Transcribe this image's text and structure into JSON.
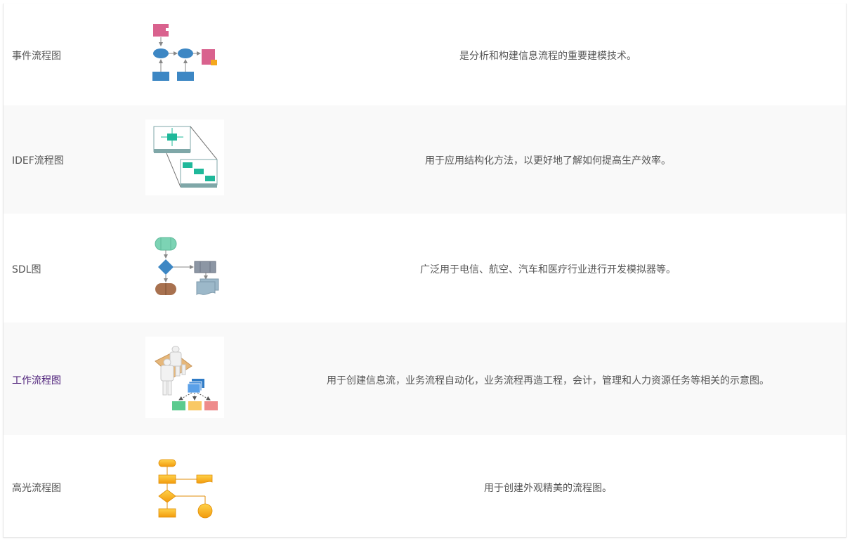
{
  "rows": [
    {
      "name": "事件流程图",
      "description": "是分析和构建信息流程的重要建模技术。",
      "thumbnail_icon": "event-flowchart-thumbnail",
      "colors": {
        "pink": "#d9628e",
        "blue": "#3d87c4",
        "orange": "#f4a81d"
      }
    },
    {
      "name": "IDEF流程图",
      "description": "用于应用结构化方法，以更好地了解如何提高生产效率。",
      "thumbnail_icon": "idef-flowchart-thumbnail",
      "colors": {
        "teal": "#1fb89a",
        "gray": "#7fa7a8"
      }
    },
    {
      "name": "SDL图",
      "description": "广泛用于电信、航空、汽车和医疗行业进行开发模拟器等。",
      "thumbnail_icon": "sdl-diagram-thumbnail",
      "colors": {
        "mint": "#7cd3b4",
        "blue": "#3d87c4",
        "brown": "#a8714f",
        "slate": "#8c96a4"
      }
    },
    {
      "name": "工作流程图",
      "description": "用于创建信息流，业务流程自动化，业务流程再造工程，会计，管理和人力资源任务等相关的示意图。",
      "thumbnail_icon": "workflow-diagram-thumbnail",
      "colors": {
        "green": "#5ccb8f",
        "yellow": "#f9c865",
        "red": "#ee8b8b",
        "blue": "#4a90d9"
      }
    },
    {
      "name": "高光流程图",
      "description": "用于创建外观精美的流程图。",
      "thumbnail_icon": "highlight-flowchart-thumbnail",
      "colors": {
        "gold": "#f7b21c"
      }
    }
  ]
}
